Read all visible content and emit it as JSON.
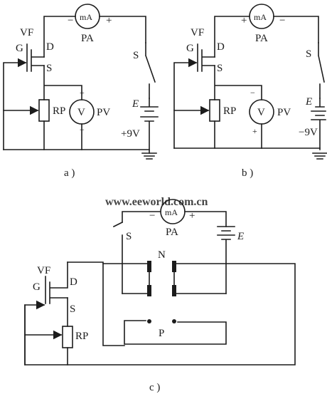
{
  "watermark": "www.eeworld.com.cn",
  "diagram_a": {
    "caption": "a )",
    "mA": "mA",
    "PA": "PA",
    "pa_left_sign": "−",
    "pa_right_sign": "+",
    "VF": "VF",
    "G": "G",
    "D": "D",
    "S_pin": "S",
    "RP": "RP",
    "V": "V",
    "PV": "PV",
    "pv_top_sign": "+",
    "pv_bottom_sign": "−",
    "switch": "S",
    "E": "E",
    "voltage": "+9V"
  },
  "diagram_b": {
    "caption": "b )",
    "mA": "mA",
    "PA": "PA",
    "pa_left_sign": "+",
    "pa_right_sign": "−",
    "VF": "VF",
    "G": "G",
    "D": "D",
    "S_pin": "S",
    "RP": "RP",
    "V": "V",
    "PV": "PV",
    "pv_top_sign": "−",
    "pv_bottom_sign": "+",
    "switch": "S",
    "E": "E",
    "voltage": "−9V"
  },
  "diagram_c": {
    "caption": "c )",
    "mA": "mA",
    "PA": "PA",
    "pa_left_sign": "−",
    "pa_right_sign": "+",
    "switch": "S",
    "E": "E",
    "N": "N",
    "P": "P",
    "VF": "VF",
    "G": "G",
    "D": "D",
    "S_pin": "S",
    "RP": "RP"
  }
}
